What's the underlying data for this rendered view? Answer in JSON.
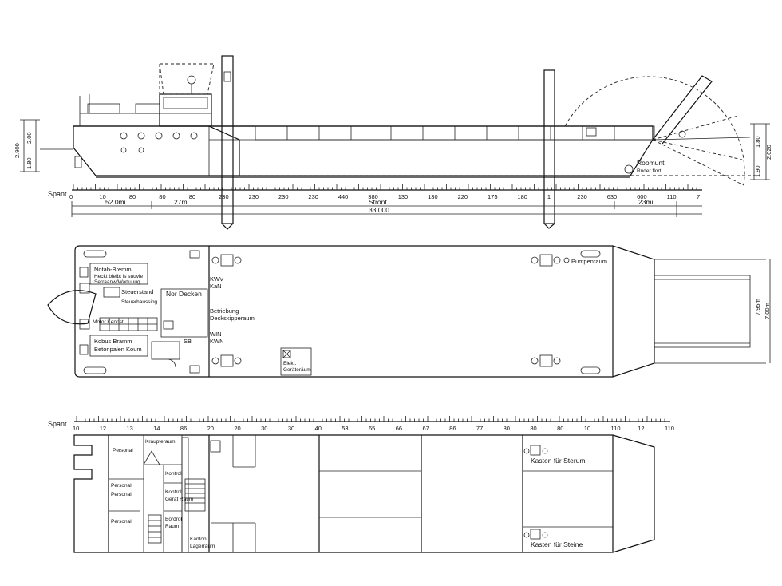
{
  "side_view": {
    "spant_label": "Spant",
    "frame_numbers": [
      "0",
      "10",
      "80",
      "80",
      "80",
      "230",
      "230",
      "230",
      "230",
      "440",
      "380",
      "130",
      "130",
      "220",
      "175",
      "180",
      "1",
      "230",
      "630",
      "600",
      "110",
      "7"
    ],
    "dims": {
      "d1": "52 0mi",
      "d2": "27mi",
      "d3": "Stront",
      "d4": "33.000",
      "d5": "23mi"
    },
    "left_heights": [
      "2.900",
      "2.00",
      "1.80"
    ],
    "right_heights": [
      "1.80",
      "2.020",
      "1.90"
    ],
    "label_rear": "Roomunt",
    "label_rear2": "Ruder flort"
  },
  "deck_plan": {
    "rooms": {
      "notaus": "Notab-Bremm",
      "notaus_sub1": "Heckt bleibt is suuvie",
      "notaus_sub2": "Serraanw/Wartuuug",
      "steuerstand": "Steuerstand",
      "steuerhaus": "Steuerhaussing",
      "nord_deckel": "Nor Decken",
      "motor": "Motor Kennst",
      "kobs": "Kobus Bramm",
      "kobs_sub": "Betonpalen Koum",
      "kw1": "KWV",
      "kw2": "KaN",
      "betriebs": "Betriebung",
      "decks": "Deckskipperaum",
      "wn1": "WIN",
      "wn2": "KWN",
      "sb": "SB",
      "pumpenraum": "Pumpenraum",
      "elec1": "Elekt.",
      "elec2": "Geräteräum"
    },
    "width_labels": [
      "7.95m",
      "7.00m"
    ]
  },
  "lower_plan": {
    "spant_label": "Spant",
    "frame_numbers": [
      "10",
      "12",
      "13",
      "14",
      "86",
      "20",
      "20",
      "30",
      "30",
      "40",
      "53",
      "65",
      "66",
      "67",
      "86",
      "77",
      "80",
      "80",
      "80",
      "10",
      "110",
      "12",
      "110"
    ],
    "rooms": {
      "pers1": "Personal",
      "pers2": "Kraupteraum",
      "pers3": "Personal",
      "pers4": "Personal",
      "pers5": "Personal",
      "kueche1": "Kontrol",
      "kueche2": "Kontrol",
      "kueche3": "Gerat Raum",
      "bord1": "Bordrol",
      "bord2": "Raum",
      "kanton1": "Kanton",
      "kanton2": "Lagerräum",
      "kasten1": "Kasten für Sterum",
      "kasten2": "Kasten für Steine"
    }
  }
}
